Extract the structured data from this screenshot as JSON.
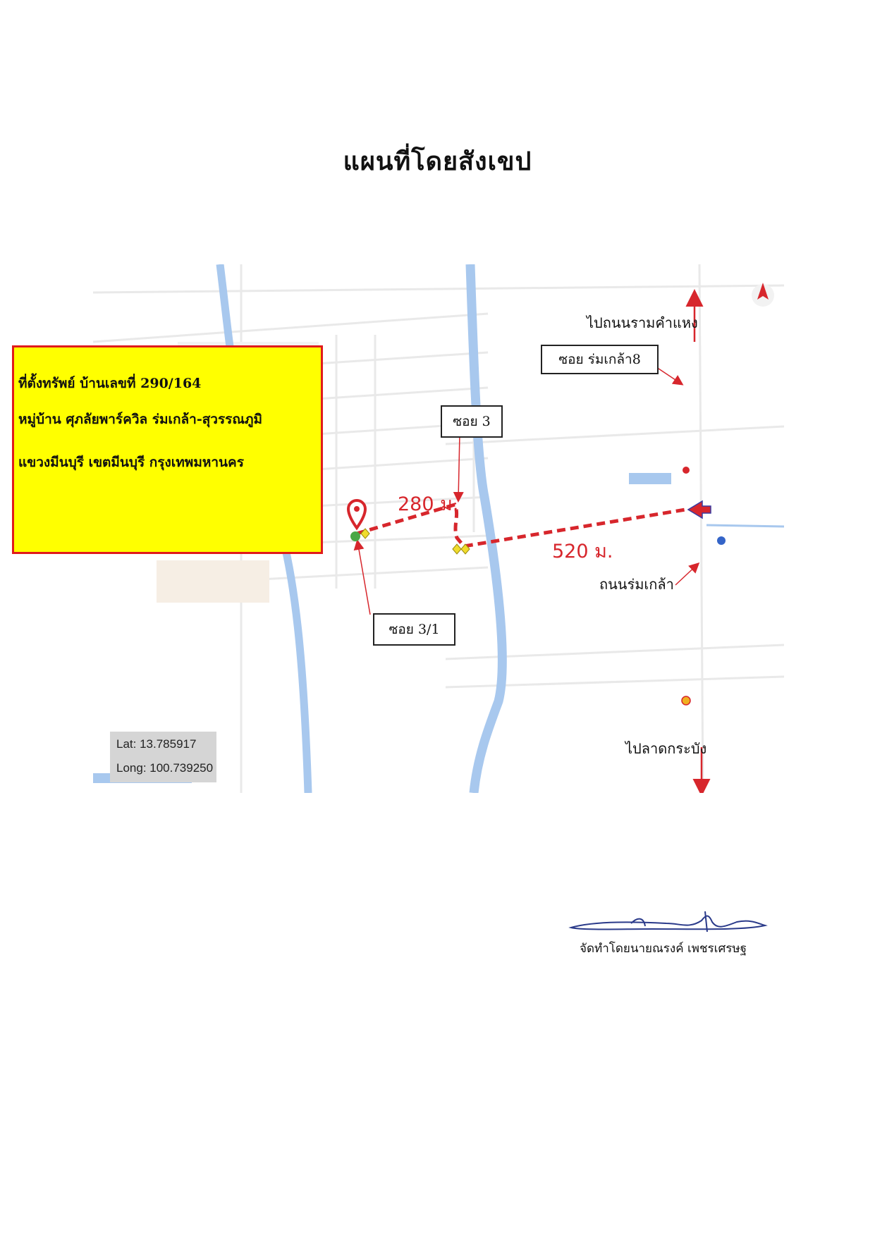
{
  "title": "แผนที่โดยสังเขป",
  "info": {
    "line1": "ที่ตั้งทรัพย์ บ้านเลขที่ 290/164",
    "line2": "หมู่บ้าน ศุภลัยพาร์ควิล ร่มเกล้า-สุวรรณภูมิ",
    "line3": "แขวงมีนบุรี เขตมีนบุรี กรุงเทพมหานคร"
  },
  "callouts": {
    "soi3": "ซอย 3",
    "soi3_1": "ซอย 3/1",
    "soi_romklao8": "ซอย ร่มเกล้า8"
  },
  "labels": {
    "to_ramkhamhaeng": "ไปถนนรามคำแหง",
    "romklao_road": "ถนนร่มเกล้า",
    "to_lat_krabang": "ไปลาดกระบัง"
  },
  "distances": {
    "d1": "280 ม.",
    "d2": "520 ม."
  },
  "coordinates": {
    "lat": "Lat: 13.785917",
    "long": "Long: 100.739250"
  },
  "signer": "จัดทำโดยนายณรงค์ เพชรเศรษฐ",
  "colors": {
    "route": "#d7262c",
    "canal": "#a8c8ee",
    "info_bg": "#ffff00",
    "info_border": "#e01b1b",
    "marker": "#d7262c"
  },
  "icons": [
    "north-arrow-icon",
    "location-pin-icon",
    "gas-station-icon",
    "arrow-icon"
  ]
}
